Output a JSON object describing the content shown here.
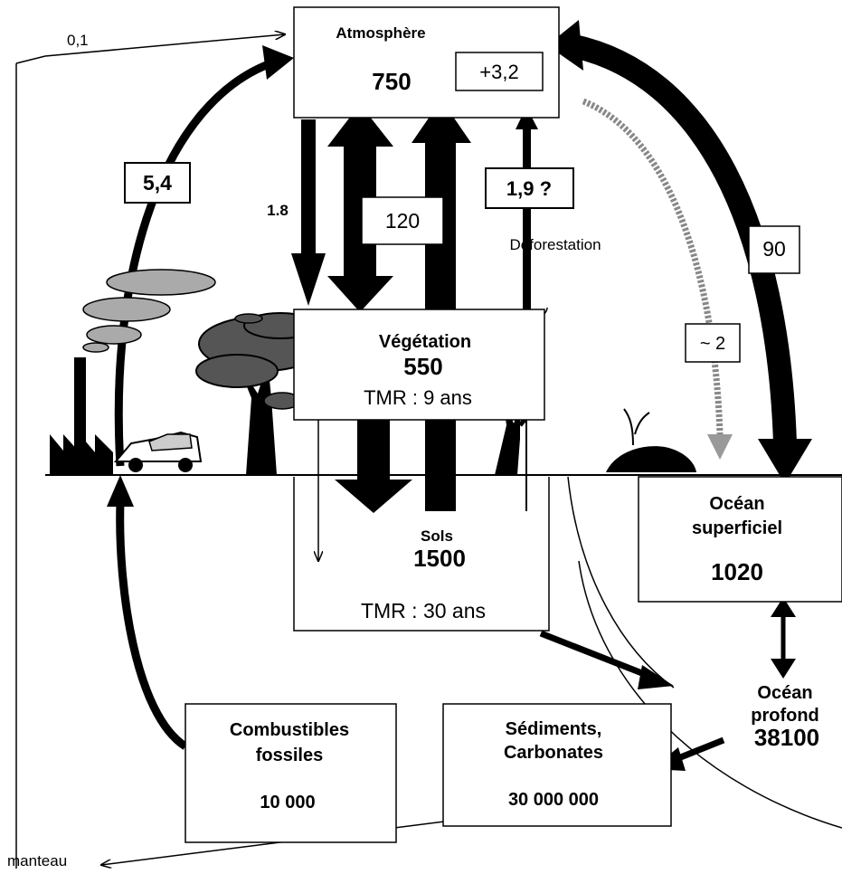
{
  "atmosphere": {
    "title": "Atmosphère",
    "value": "750",
    "increase": "+3,2"
  },
  "vegetation": {
    "title": "Végétation",
    "value": "550",
    "tmr": "TMR : 9 ans"
  },
  "sols": {
    "title": "Sols",
    "value": "1500",
    "tmr": "TMR : 30 ans"
  },
  "ocean_superficiel": {
    "title_line1": "Océan",
    "title_line2": "superficiel",
    "value": "1020"
  },
  "ocean_profond": {
    "title_line1": "Océan",
    "title_line2": "profond",
    "value": "38100"
  },
  "combustibles": {
    "title_line1": "Combustibles",
    "title_line2": "fossiles",
    "value": "10 000"
  },
  "sediments": {
    "title_line1": "Sédiments,",
    "title_line2": "Carbonates",
    "value": "30 000 000"
  },
  "flows": {
    "volcanic": "0,1",
    "fossil_emissions": "5,4",
    "photosynthesis": "1.8",
    "vegetation_exchange": "120",
    "deforestation_value": "1,9 ?",
    "deforestation_label": "Déforestation",
    "ocean_exchange": "90",
    "ocean_uptake": "~ 2"
  },
  "mantle_label": "manteau"
}
